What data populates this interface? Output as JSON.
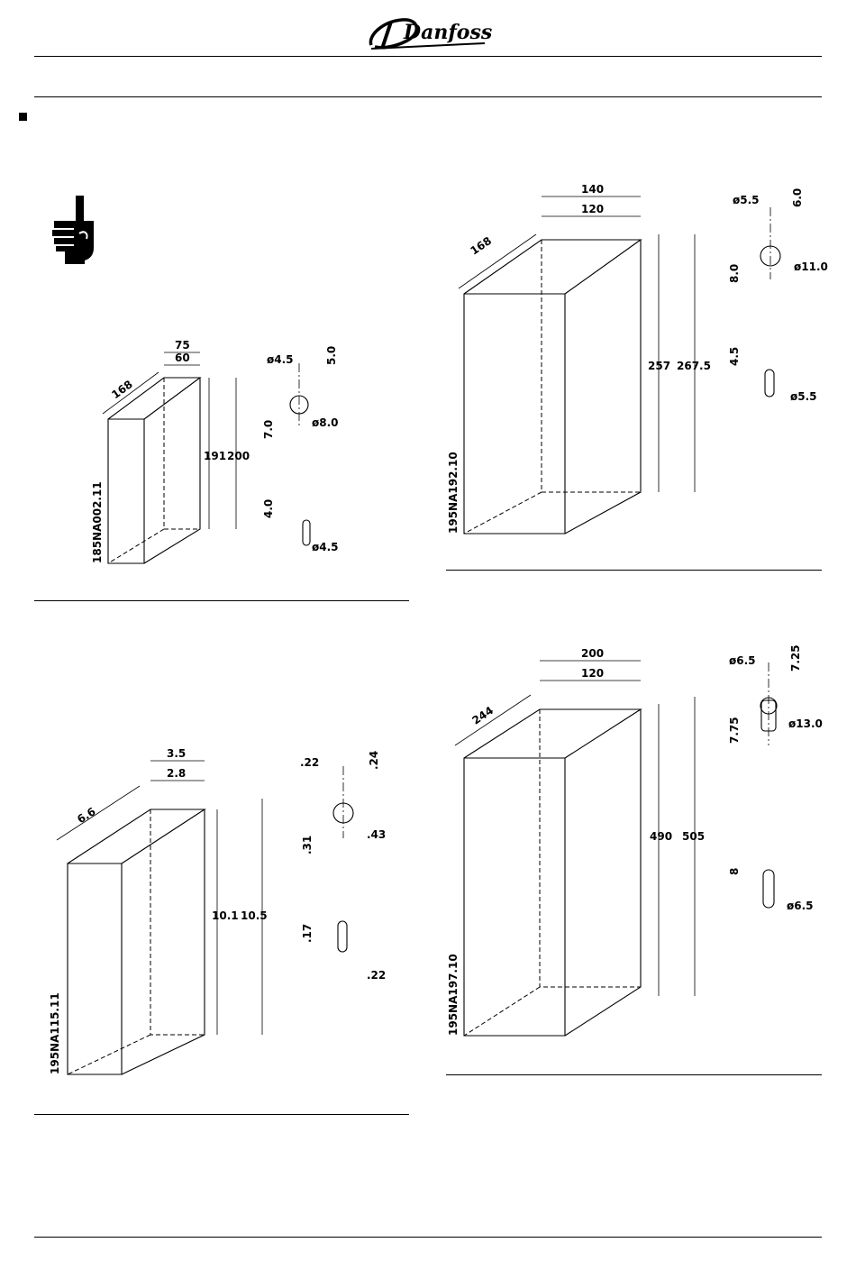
{
  "header": {
    "brand": "Danfoss"
  },
  "drawings": {
    "d1": {
      "depth": "168",
      "width_outer": "75",
      "width_inner": "60",
      "height_inner": "191",
      "height_outer": "200",
      "keyhole_hole": "ø4.5",
      "keyhole_top": "5.0",
      "keyhole_side": "7.0",
      "keyhole_head": "ø8.0",
      "slot_side": "4.0",
      "slot_width": "ø4.5",
      "ref": "185NA002.11"
    },
    "d2": {
      "depth": "168",
      "width_outer": "140",
      "width_inner": "120",
      "height_inner": "257",
      "height_outer": "267.5",
      "keyhole_hole": "ø5.5",
      "keyhole_top": "6.0",
      "keyhole_side": "8.0",
      "keyhole_head": "ø11.0",
      "slot_side": "4.5",
      "slot_width": "ø5.5",
      "ref": "195NA192.10"
    },
    "d3": {
      "depth": "6.6",
      "width_outer": "3.5",
      "width_inner": "2.8",
      "height_inner": "10.1",
      "height_outer": "10.5",
      "keyhole_hole": ".22",
      "keyhole_top": ".24",
      "keyhole_side": ".31",
      "keyhole_head": ".43",
      "slot_side": ".17",
      "slot_width": ".22",
      "ref": "195NA115.11"
    },
    "d4": {
      "depth": "244",
      "width_outer": "200",
      "width_inner": "120",
      "height_inner": "490",
      "height_outer": "505",
      "keyhole_hole": "ø6.5",
      "keyhole_top": "7.25",
      "keyhole_side": "7.75",
      "keyhole_head": "ø13.0",
      "slot_side": "8",
      "slot_width": "ø6.5",
      "ref": "195NA197.10"
    }
  }
}
